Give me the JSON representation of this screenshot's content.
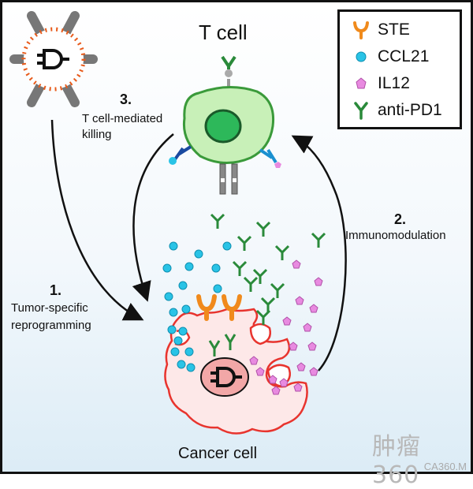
{
  "title": "T cell",
  "legend": [
    {
      "label": "STE",
      "icon": "orange-y-icon",
      "color": "#f08a1c"
    },
    {
      "label": "CCL21",
      "icon": "cyan-dot-icon",
      "color": "#29c3e6"
    },
    {
      "label": "IL12",
      "icon": "pink-pentagon-icon",
      "color": "#e88ae0"
    },
    {
      "label": "anti-PD1",
      "icon": "green-y-icon",
      "color": "#2a8a3a"
    }
  ],
  "steps": {
    "step1": {
      "number": "1.",
      "text1": "Tumor-specific",
      "text2": "reprogramming"
    },
    "step2": {
      "number": "2.",
      "text": "Immunomodulation"
    },
    "step3": {
      "number": "3.",
      "text1": "T cell-mediated",
      "text2": "killing"
    }
  },
  "cancer_label": "Cancer cell",
  "watermark": {
    "main": "肿瘤360",
    "sub": "CA360.M"
  },
  "colors": {
    "tcell_fill": "#c8f0b8",
    "tcell_border": "#3a9a3a",
    "nucleus": "#2db85a",
    "cancer_fill": "#fde8e8",
    "cancer_border": "#e8342e",
    "cancer_nucleus": "#f2a7a7",
    "virus_core": "#ffffff",
    "virus_dots": "#e85a1a"
  }
}
